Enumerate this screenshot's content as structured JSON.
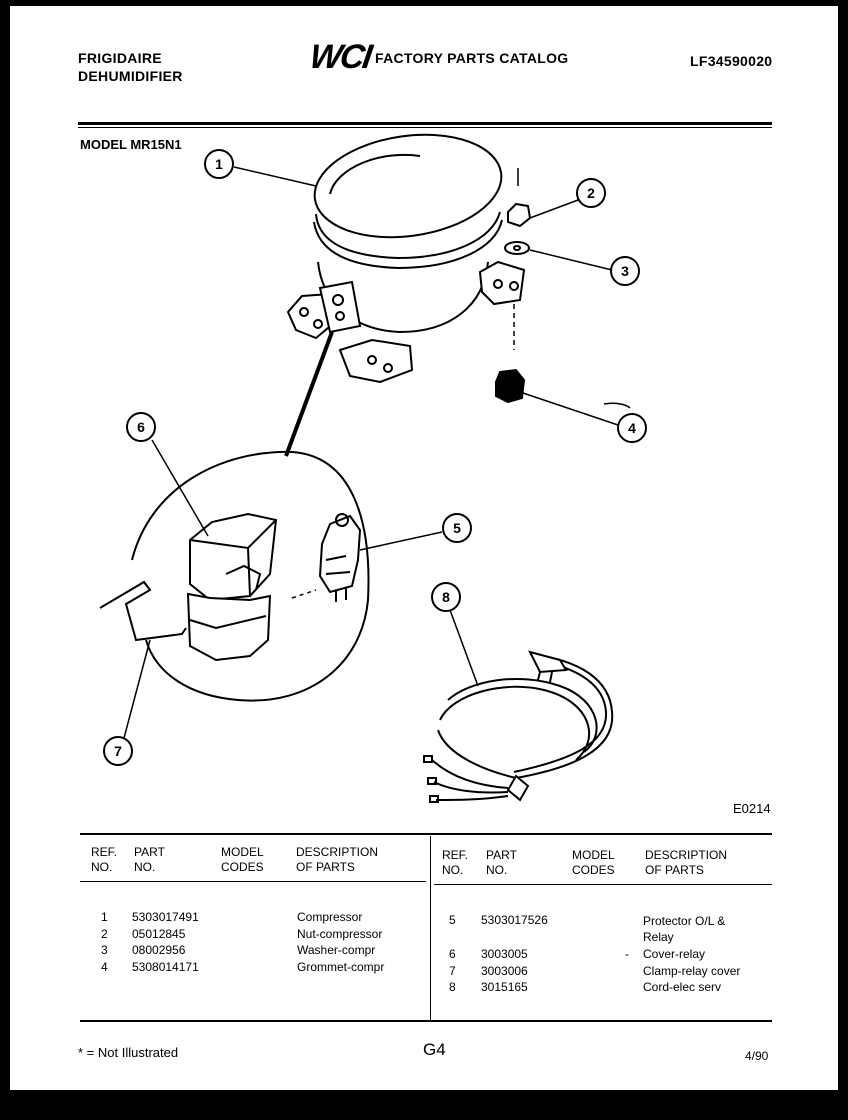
{
  "header": {
    "brand": "FRIGIDAIRE",
    "product": "DEHUMIDIFIER",
    "logo": "WCI",
    "catalog_title": "FACTORY PARTS CATALOG",
    "catalog_number": "LF34590020"
  },
  "model_label": "MODEL MR15N1",
  "diagram": {
    "code": "E0214",
    "callouts": [
      "1",
      "2",
      "3",
      "4",
      "5",
      "6",
      "7",
      "8"
    ]
  },
  "table_headers": {
    "ref": [
      "REF.",
      "NO."
    ],
    "part": [
      "PART",
      "NO."
    ],
    "model": [
      "MODEL",
      "CODES"
    ],
    "desc": [
      "DESCRIPTION",
      "OF PARTS"
    ]
  },
  "parts_left": [
    {
      "ref": "1",
      "part": "5303017491",
      "model": "",
      "desc": "Compressor"
    },
    {
      "ref": "2",
      "part": "05012845",
      "model": "",
      "desc": "Nut-compressor"
    },
    {
      "ref": "3",
      "part": "08002956",
      "model": "",
      "desc": "Washer-compr"
    },
    {
      "ref": "4",
      "part": "5308014171",
      "model": "",
      "desc": "Grommet-compr"
    }
  ],
  "parts_right": [
    {
      "ref": "5",
      "part": "5303017526",
      "model": "",
      "desc": "Protector O/L &",
      "desc2": "Relay"
    },
    {
      "ref": "6",
      "part": "3003005",
      "model": "-",
      "desc": "Cover-relay"
    },
    {
      "ref": "7",
      "part": "3003006",
      "model": "",
      "desc": "Clamp-relay cover"
    },
    {
      "ref": "8",
      "part": "3015165",
      "model": "",
      "desc": "Cord-elec serv"
    }
  ],
  "footer": {
    "note": "* = Not Illustrated",
    "page": "G4",
    "date": "4/90"
  }
}
